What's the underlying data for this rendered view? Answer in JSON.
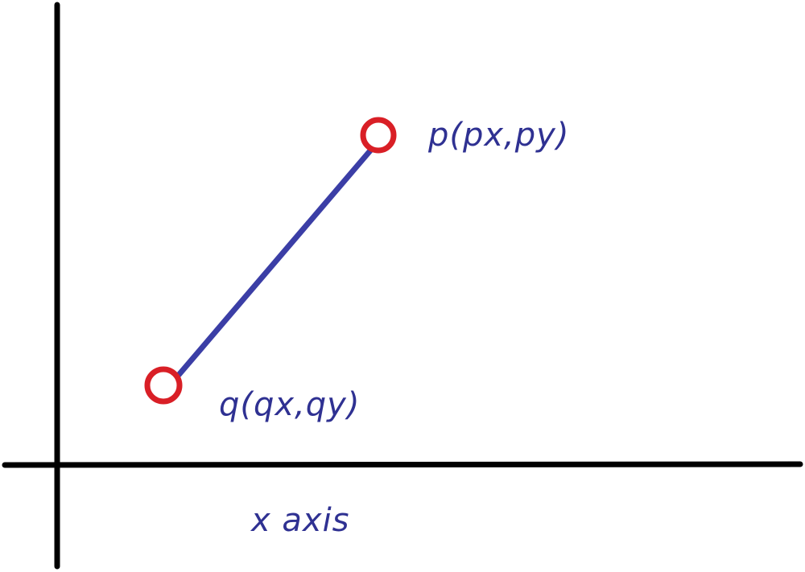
{
  "labels": {
    "point_p": "p(px,py)",
    "point_q": "q(qx,qy)",
    "x_axis": "x axis"
  },
  "colors": {
    "axis": "#000000",
    "segment": "#3b3ea6",
    "point_ring": "#d91f26",
    "label": "#2f3192",
    "background": "#ffffff"
  }
}
